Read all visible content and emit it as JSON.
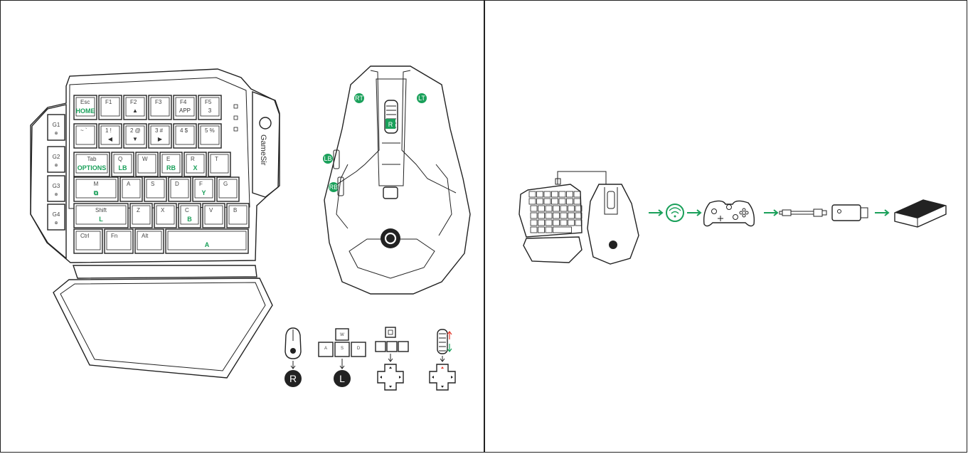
{
  "keyboard": {
    "rows": [
      [
        {
          "t": "Esc",
          "g": "HOME"
        },
        {
          "t": "F1"
        },
        {
          "t": "F2",
          "s": "▲"
        },
        {
          "t": "F3"
        },
        {
          "t": "F4",
          "s": "APP"
        },
        {
          "t": "F5",
          "s": "3"
        }
      ],
      [
        {
          "t": "~ `"
        },
        {
          "t": "1 !",
          "s": "◀"
        },
        {
          "t": "2 @",
          "s": "▼"
        },
        {
          "t": "3 #",
          "s": "▶"
        },
        {
          "t": "4 $"
        },
        {
          "t": "5 %"
        }
      ],
      [
        {
          "t": "Tab",
          "g": "OPTIONS"
        },
        {
          "t": "Q",
          "g": "LB"
        },
        {
          "t": "W"
        },
        {
          "t": "E",
          "g": "RB"
        },
        {
          "t": "R",
          "g": "X"
        },
        {
          "t": "T"
        }
      ],
      [
        {
          "t": "M",
          "g": "⧉"
        },
        {
          "t": "A"
        },
        {
          "t": "S"
        },
        {
          "t": "D"
        },
        {
          "t": "F",
          "g": "Y"
        },
        {
          "t": "G"
        }
      ],
      [
        {
          "t": "Shift",
          "g": "L"
        },
        {
          "t": "Z"
        },
        {
          "t": "X"
        },
        {
          "t": "C",
          "g": "B"
        },
        {
          "t": "V"
        },
        {
          "t": "B"
        }
      ],
      [
        {
          "t": "Ctrl"
        },
        {
          "t": "Fn"
        },
        {
          "t": "Alt"
        },
        {
          "t": "",
          "g": "A"
        }
      ]
    ],
    "side_keys": [
      {
        "t": "G1",
        "s": "⊕"
      },
      {
        "t": "G2",
        "s": "⊕"
      },
      {
        "t": "G3",
        "s": "⊕"
      },
      {
        "t": "G4",
        "s": "⊕"
      }
    ],
    "brand": "GameSir"
  },
  "mouse": {
    "badges": {
      "rt": "RT",
      "lt": "LT",
      "wheel": "R",
      "lb": "LB",
      "rb": "RB"
    }
  },
  "mappings": [
    {
      "icon": "mouse-icon",
      "result": "R"
    },
    {
      "icon": "wasd-icon",
      "keys": [
        "W",
        "A",
        "S",
        "D"
      ],
      "result": "L"
    },
    {
      "icon": "arrow-keys-icon",
      "result": "dpad"
    },
    {
      "icon": "scroll-wheel-icon",
      "result": "dpad"
    }
  ],
  "connection_flow": [
    "keyboard-mouse-icon",
    "wireless-icon",
    "xbox-controller-icon",
    "usb-cable-icon",
    "usb-dongle-icon",
    "console-icon"
  ],
  "colors": {
    "accent": "#1aa05a",
    "line": "#222222",
    "up_arrow": "#e23b2e"
  }
}
